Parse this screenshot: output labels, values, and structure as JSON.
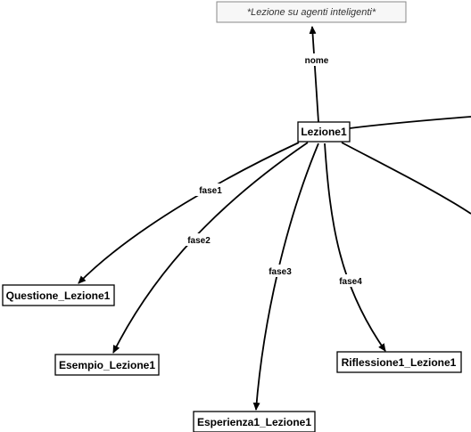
{
  "nodes": {
    "literal": "*Lezione su agenti inteligenti*",
    "center": "Lezione1",
    "questione": "Questione_Lezione1",
    "esempio": "Esempio_Lezione1",
    "esperienza": "Esperienza1_Lezione1",
    "riflessione": "Riflessione1_Lezione1"
  },
  "edges": {
    "nome": "nome",
    "fase1": "fase1",
    "fase2": "fase2",
    "fase3": "fase3",
    "fase4": "fase4"
  },
  "colors": {
    "edge": "#000000",
    "node_border": "#000000",
    "literal_border": "#888888",
    "literal_fill": "#f7f7f7"
  }
}
